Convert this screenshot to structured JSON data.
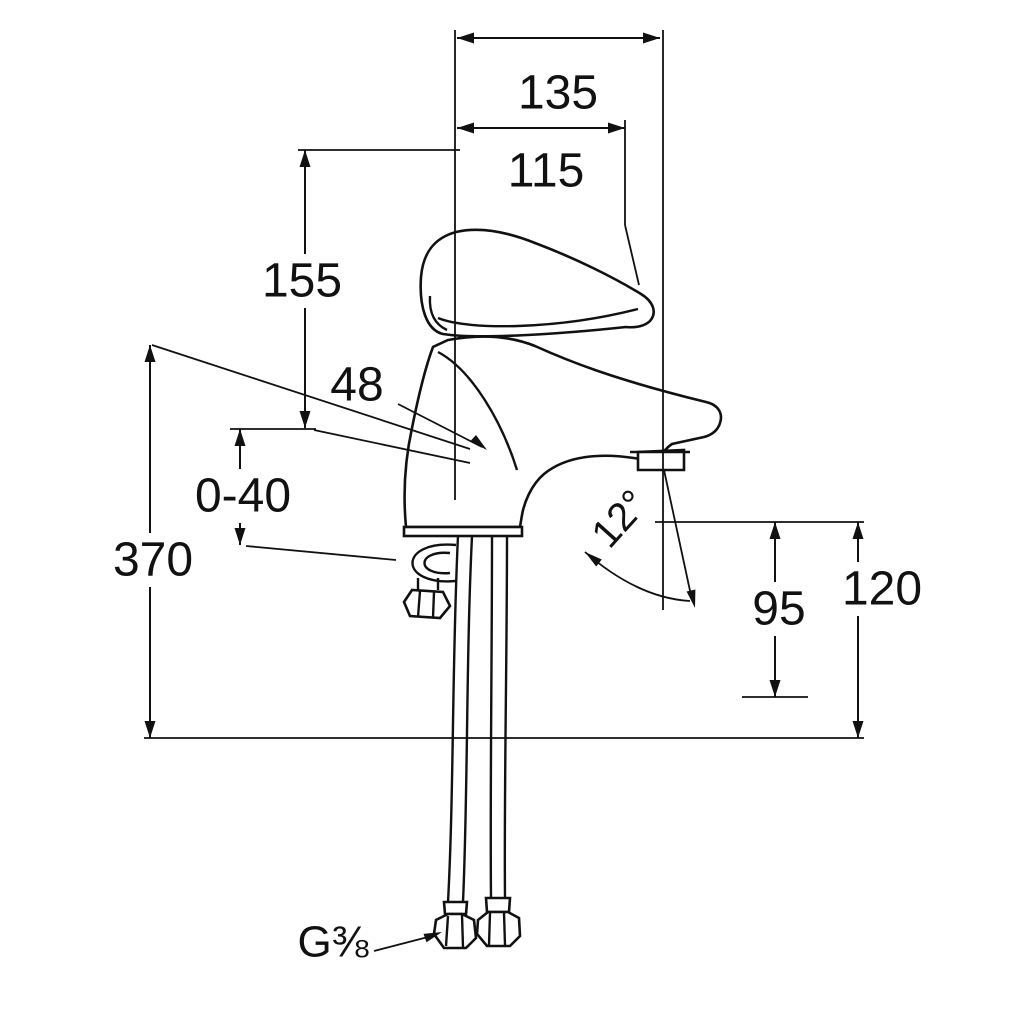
{
  "dims": {
    "d135": "135",
    "d115": "115",
    "d155": "155",
    "d48": "48",
    "d0_40": "0-40",
    "d370": "370",
    "d12deg": "12°",
    "d95": "95",
    "d120": "120",
    "thread": "G⅜"
  },
  "colors": {
    "line": "#111111",
    "background": "#ffffff"
  }
}
